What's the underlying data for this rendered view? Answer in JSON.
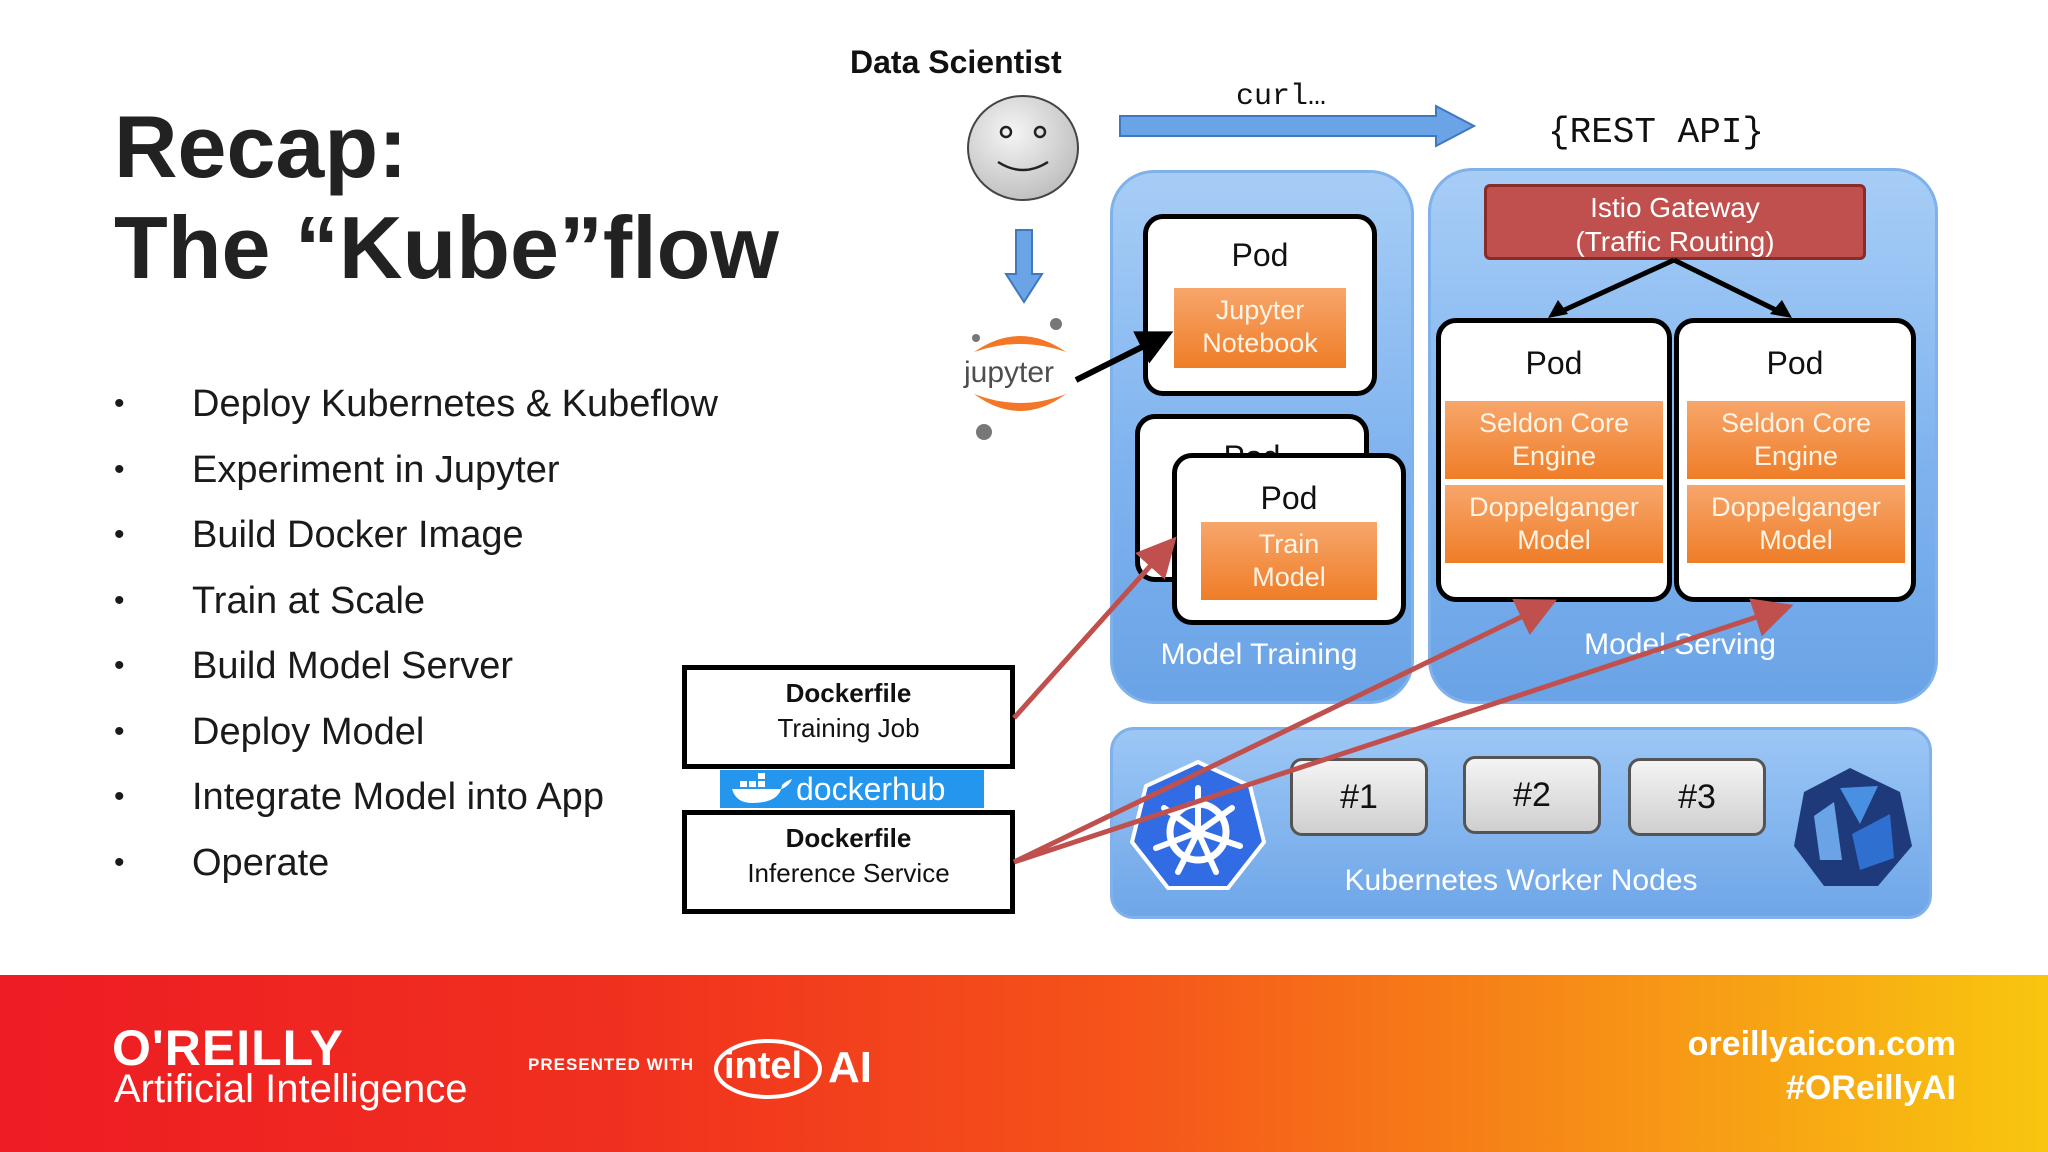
{
  "slide": {
    "title_line1": "Recap:",
    "title_line2": "The “Kube”flow",
    "bullets": [
      "Deploy Kubernetes & Kubeflow",
      "Experiment in Jupyter",
      "Build Docker Image",
      "Train at Scale",
      "Build Model Server",
      "Deploy Model",
      "Integrate Model into App",
      "Operate"
    ]
  },
  "diagram": {
    "data_scientist": "Data Scientist",
    "curl_label": "curl…",
    "rest_api": "{REST API}",
    "jupyter_logo": "jupyter",
    "training": {
      "caption": "Model Training",
      "pod_jupyter": {
        "label": "Pod",
        "content": [
          "Jupyter",
          "Notebook"
        ]
      },
      "pod_back_label": "Pod",
      "pod_train": {
        "label": "Pod",
        "content": [
          "Train",
          "Model"
        ]
      }
    },
    "serving": {
      "caption": "Model Serving",
      "gateway": [
        "Istio Gateway",
        "(Traffic Routing)"
      ],
      "pods": [
        {
          "label": "Pod",
          "engine": [
            "Seldon Core",
            "Engine"
          ],
          "model": [
            "Doppelganger",
            "Model"
          ]
        },
        {
          "label": "Pod",
          "engine": [
            "Seldon Core",
            "Engine"
          ],
          "model": [
            "Doppelganger",
            "Model"
          ]
        }
      ]
    },
    "workers": {
      "caption": "Kubernetes Worker Nodes",
      "nodes": [
        "#1",
        "#2",
        "#3"
      ]
    },
    "dockerfile_training": {
      "title": "Dockerfile",
      "subtitle": "Training Job"
    },
    "dockerhub": "dockerhub",
    "dockerfile_inference": {
      "title": "Dockerfile",
      "subtitle": "Inference Service"
    }
  },
  "footer": {
    "brand": "O'REILLY",
    "brand_sub": "Artificial Intelligence",
    "presented_with": "PRESENTED WITH",
    "sponsor_a": "intel",
    "sponsor_b": "AI",
    "url": "oreillyaicon.com",
    "hashtag": "#OReillyAI"
  },
  "colors": {
    "footer_start": "#ee1c24",
    "footer_end": "#f8c60f",
    "arrow_red": "#c0504d",
    "pod_orange": "#ef7d27",
    "panel_blue": "#7fb3ef",
    "gateway_red": "#c0504d",
    "dockerhub_blue": "#2496ed"
  }
}
